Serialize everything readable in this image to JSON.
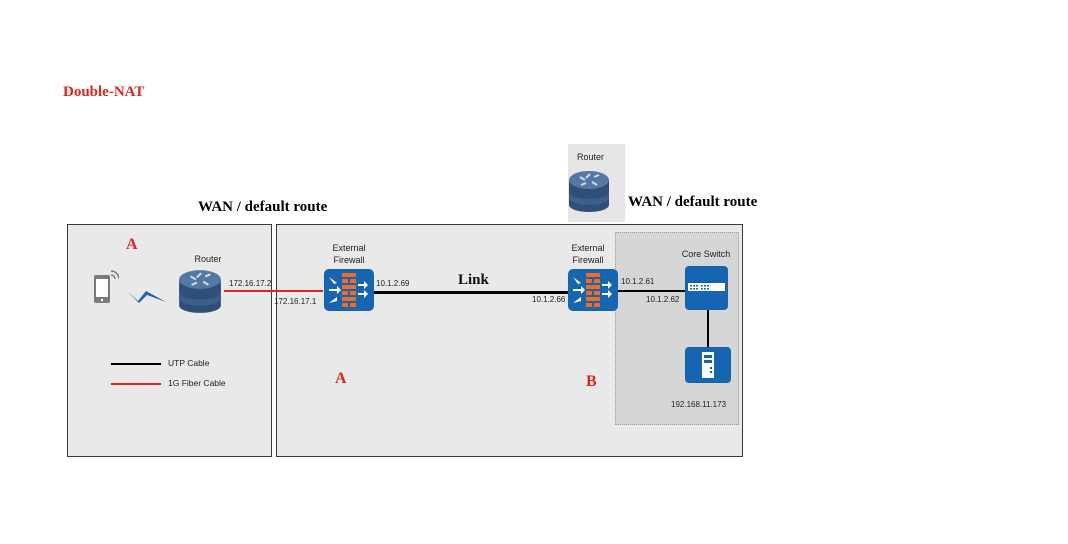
{
  "title": "Double-NAT",
  "colors": {
    "title_red": "#e2231a",
    "zone_bg": "#e9e9e9",
    "subzone_bg": "#d6d6d6",
    "device_blue": "#1565b0",
    "firewall_orange": "#f26b21",
    "router_blue": "#3d5f8a",
    "utp_black": "#000000",
    "fiber_red": "#e2231a"
  },
  "wan_labels": [
    "WAN / default route",
    "WAN / default route"
  ],
  "internet_router": {
    "label": "Router",
    "icon": "router-icon"
  },
  "zones": {
    "left": {
      "letter": "A",
      "devices": {
        "phone": {
          "icon": "smartphone-icon"
        },
        "wireless": {
          "icon": "wireless-link-icon"
        },
        "router": {
          "label": "Router",
          "icon": "router-icon",
          "ip": "172.16.17.2"
        }
      },
      "legend": [
        {
          "label": "UTP Cable",
          "color": "#000000"
        },
        {
          "label": "1G Fiber Cable",
          "color": "#e2231a"
        }
      ]
    },
    "right": {
      "letters": [
        "A",
        "B"
      ],
      "firewall_a": {
        "label_line1": "External",
        "label_line2": "Firewall",
        "icon": "firewall-icon",
        "ip_in": "172.16.17.1",
        "ip_out": "10.1.2.69"
      },
      "link_label": "Link",
      "firewall_b": {
        "label_line1": "External",
        "label_line2": "Firewall",
        "icon": "firewall-icon",
        "ip_in": "10.1.2.66",
        "ip_out": "10.1.2.61"
      },
      "core_switch": {
        "label": "Core Switch",
        "icon": "switch-icon",
        "ip": "10.1.2.62"
      },
      "server": {
        "icon": "server-icon",
        "ip": "192.168.11.173"
      }
    }
  }
}
